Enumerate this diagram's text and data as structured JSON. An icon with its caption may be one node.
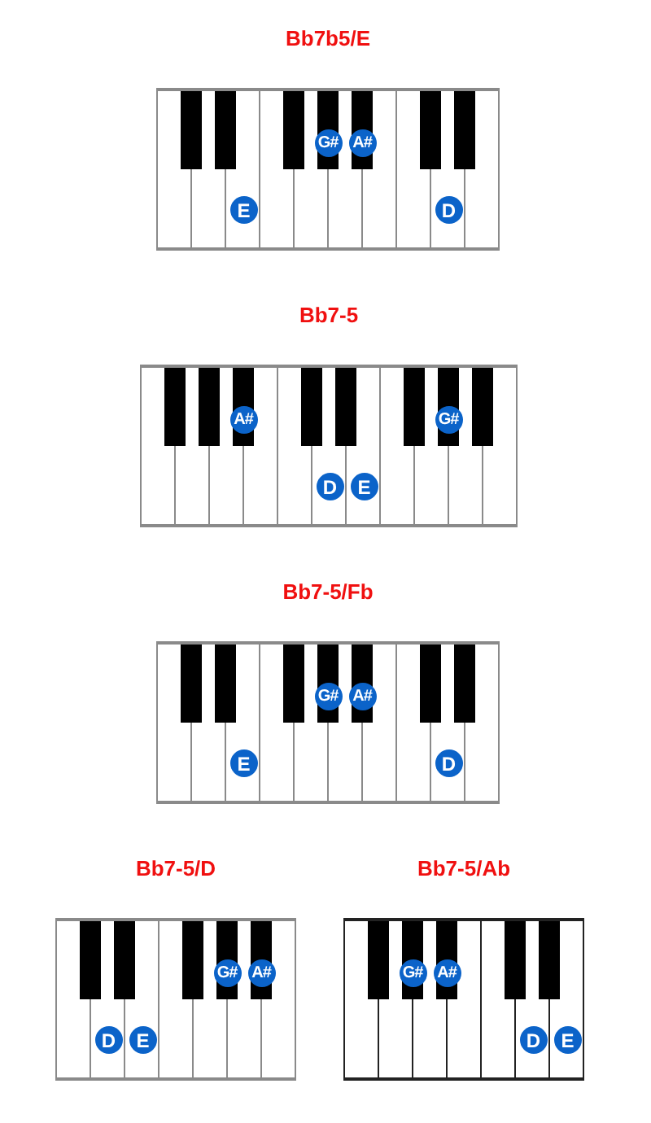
{
  "diagram": {
    "nodes": [
      {
        "text": [
          "Bb7b5/E"
        ]
      },
      {
        "text": [
          "E"
        ],
        "in": 0
      },
      {
        "text": [
          "G#"
        ],
        "in": 0
      },
      {
        "text": [
          "A#"
        ],
        "in": 0
      },
      {
        "text": [
          "D"
        ],
        "in": 0
      },
      {
        "text": [
          "Bb7-5"
        ]
      },
      {
        "text": [
          "A#"
        ],
        "in": 5
      },
      {
        "text": [
          "D"
        ],
        "in": 5
      },
      {
        "text": [
          "E"
        ],
        "in": 5
      },
      {
        "text": [
          "G#"
        ],
        "in": 5
      },
      {
        "text": [
          "Bb7-5/Fb"
        ]
      },
      {
        "text": [
          "E"
        ],
        "in": 10
      },
      {
        "text": [
          "G#"
        ],
        "in": 10
      },
      {
        "text": [
          "A#"
        ],
        "in": 10
      },
      {
        "text": [
          "D"
        ],
        "in": 10
      },
      {
        "text": [
          "Bb7-5/D"
        ]
      },
      {
        "text": [
          "D"
        ],
        "in": 15
      },
      {
        "text": [
          "E"
        ],
        "in": 15
      },
      {
        "text": [
          "G#"
        ],
        "in": 15
      },
      {
        "text": [
          "A#"
        ],
        "in": 15
      },
      {
        "text": [
          "Bb7-5/Ab"
        ]
      },
      {
        "text": [
          "G#"
        ],
        "in": 20
      },
      {
        "text": [
          "A#"
        ],
        "in": 20
      },
      {
        "text": [
          "D"
        ],
        "in": 20
      },
      {
        "text": [
          "E"
        ],
        "in": 20
      }
    ]
  }
}
